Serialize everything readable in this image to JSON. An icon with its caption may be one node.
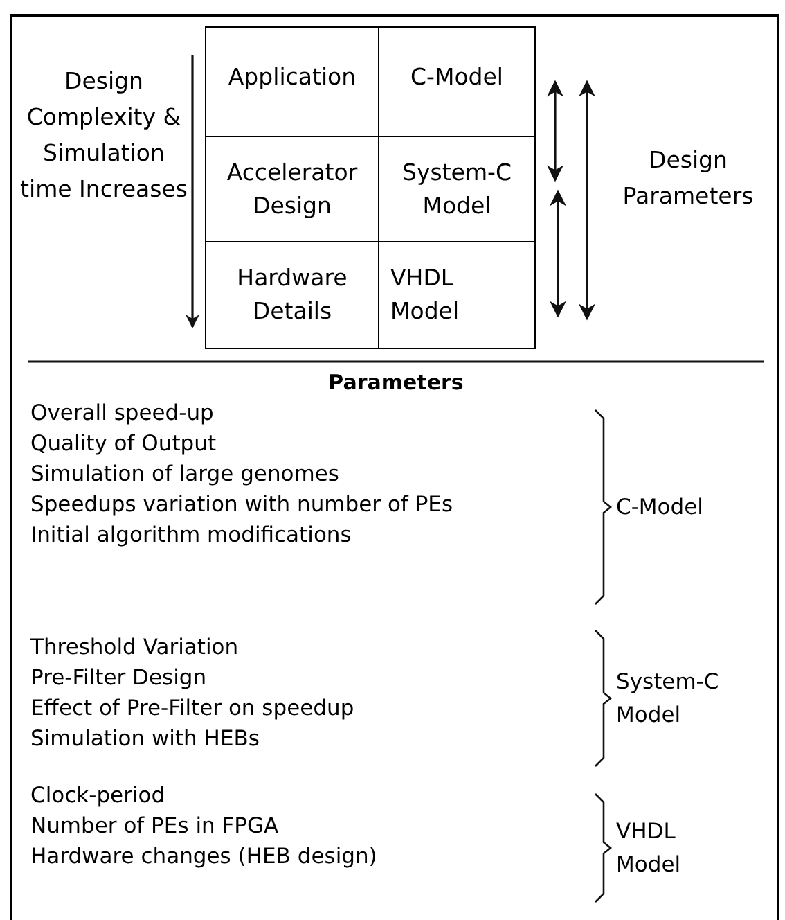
{
  "diagram": {
    "nodes": [
      {
        "text": [
          "Application"
        ]
      },
      {
        "text": [
          "C-Model"
        ]
      },
      {
        "text": [
          "Accelerator Design"
        ]
      },
      {
        "text": [
          "System-C Model"
        ]
      },
      {
        "text": [
          "Hardware Details"
        ]
      },
      {
        "text": [
          "VHDL Model"
        ]
      }
    ],
    "edges": [
      {
        "from": 1,
        "to": 3,
        "arrow": "both"
      },
      {
        "from": 3,
        "to": 5,
        "arrow": "both"
      },
      {
        "from": 1,
        "to": 5,
        "arrow": "both"
      }
    ],
    "labels": [
      "Design Complexity & Simulation time Increases",
      "Design Parameters",
      "Parameters",
      "Overall speed-up",
      "Quality of Output",
      "Simulation of large genomes",
      "Speedups variation with number of PEs",
      "Initial algorithm modifications",
      "C-Model",
      "Threshold Variation",
      "Pre-Filter Design",
      "Effect of Pre-Filter on speedup",
      "Simulation with HEBs",
      "System-C Model",
      "Clock-period",
      "Number of PEs in FPGA",
      "Hardware changes (HEB design)",
      "VHDL Model"
    ]
  }
}
